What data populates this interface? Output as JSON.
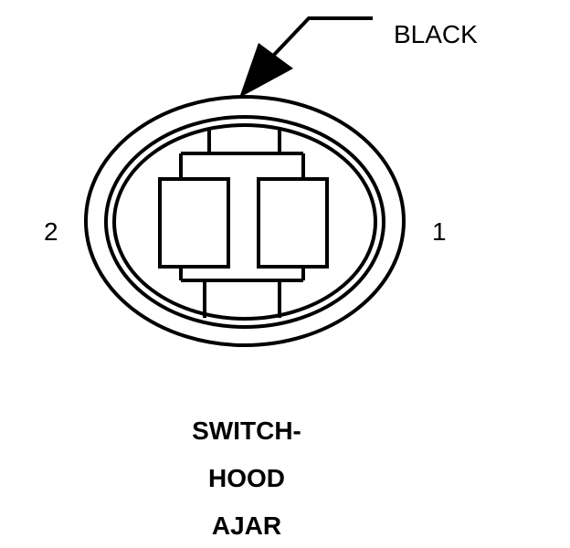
{
  "connector": {
    "color_label": "BLACK",
    "pin_left": "2",
    "pin_right": "1",
    "title_lines": [
      "SWITCH-",
      "HOOD",
      "AJAR"
    ]
  },
  "colors": {
    "stroke": "#000000",
    "background": "#ffffff"
  }
}
